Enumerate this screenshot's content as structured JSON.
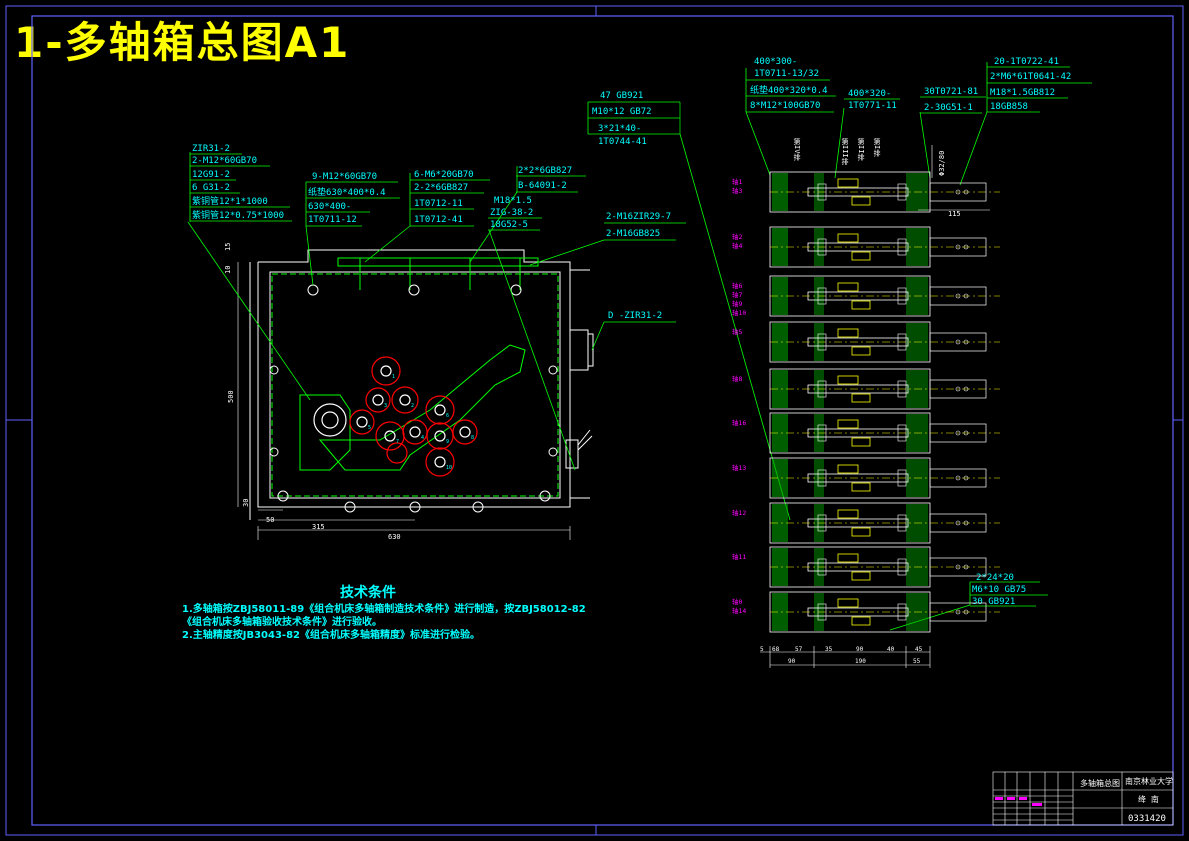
{
  "title": "1-多轴箱总图A1",
  "tech": {
    "title": "技术条件",
    "lines": [
      "1.多轴箱按ZBJ58011-89《组合机床多轴箱制造技术条件》进行制造，按ZBJ58012-82",
      "《组合机床多轴箱验收技术条件》进行验收。",
      "2.主轴精度按JB3043-82《组合机床多轴箱精度》标准进行检验。"
    ]
  },
  "callouts": {
    "c1": [
      "ZIR31-2",
      "2-M12*60GB70",
      "12G91-2",
      "6 G31-2",
      "紫铜管12*1*1000",
      "紫铜管12*0.75*1000"
    ],
    "c2": [
      "9-M12*60GB70",
      "纸垫630*400*0.4",
      "630*400-",
      "1T0711-12"
    ],
    "c3": [
      "6-M6*20GB70",
      "2-2*6GB827",
      "1T0712-11",
      "1T0712-41"
    ],
    "c4": [
      "2*2*6GB827",
      "B-64091-2"
    ],
    "c5": [
      "M18*1.5",
      "ZIG-38-2",
      "18G52-5"
    ],
    "c6": [
      "2-M16ZIR29-7",
      "2-M16GB825"
    ],
    "c7": [
      "D -ZIR31-2"
    ],
    "c8": [
      "47   GB921",
      "M10*12   GB72",
      "3*21*40-",
      "1T0744-41"
    ],
    "c9": [
      "400*300-",
      "1T0711-13/32",
      "纸垫400*320*0.4",
      "8*M12*100GB70"
    ],
    "c10": [
      "400*320-",
      "1T0771-11"
    ],
    "c11": [
      "30T0721-81",
      "2-30G51-1"
    ],
    "c12": [
      "20-1T0722-41",
      "2*M6*61T0641-42",
      "M18*1.5GB812",
      "18GB858"
    ],
    "c13": [
      "2*24*20",
      "M6*10   GB75",
      "30   GB921"
    ]
  },
  "front_dims": {
    "d_height": "500",
    "d_width": "630",
    "d_315": "315",
    "d_50": "50",
    "d_30": "30",
    "d_15": "15",
    "d_10": "10"
  },
  "section": {
    "row_labels": [
      [
        "轴1",
        "轴3"
      ],
      [
        "轴2",
        "轴4"
      ],
      [
        "轴6",
        "轴7",
        "轴9",
        "轴10"
      ],
      [
        "轴5"
      ],
      [
        "轴8"
      ],
      [
        "轴16"
      ],
      [
        "轴13"
      ],
      [
        "轴12"
      ],
      [
        "轴11"
      ],
      [
        "轴0",
        "轴14"
      ]
    ],
    "header_labels": [
      "第IV排",
      "第III排",
      "第II排",
      "第I排"
    ],
    "dim_115": "115",
    "dim_side": "Φ32/80",
    "bottom_dims": [
      "5",
      "68",
      "57",
      "35",
      "90",
      "40",
      "45",
      "90",
      "190",
      "55"
    ]
  },
  "titleblock": {
    "name": "多轴箱总图",
    "school": "南京林业大学",
    "role": "绛  南",
    "code": "0331420"
  },
  "colors": {
    "frame": "#6060ff",
    "green": "#00ff00",
    "cyan": "#00ffff",
    "yellow": "#ffff00",
    "red": "#ff0000",
    "white": "#ffffff",
    "magenta": "#ff00ff",
    "blue": "#0000ff"
  }
}
